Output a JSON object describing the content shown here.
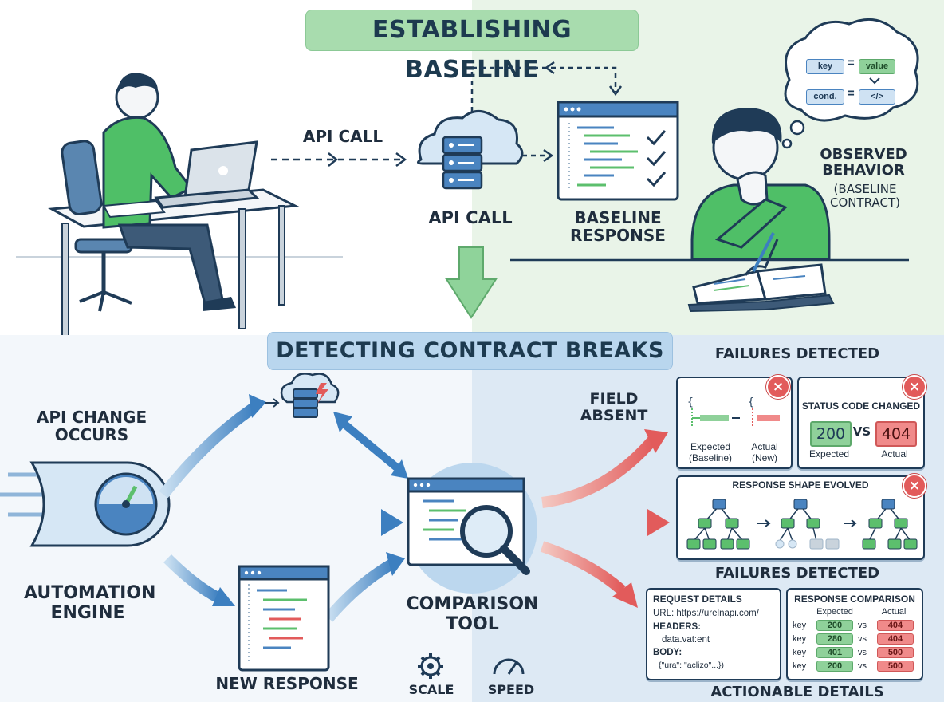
{
  "top": {
    "banner": "ESTABLISHING BASELINE",
    "api_call_arrow_label": "API CALL",
    "api_call_label": "API CALL",
    "baseline_response_label": "BASELINE RESPONSE",
    "observed_label": "OBSERVED BEHAVIOR",
    "observed_sub": "(BASELINE CONTRACT)",
    "thought": {
      "key": "key",
      "eq1": "=",
      "value": "value",
      "cond": "cond.",
      "eq2": "=",
      "code": "</>"
    }
  },
  "bottom": {
    "banner": "DETECTING CONTRACT BREAKS",
    "api_change_label": "API CHANGE OCCURS",
    "automation_label": "AUTOMATION ENGINE",
    "new_response_label": "NEW RESPONSE",
    "comparison_label": "COMPARISON TOOL",
    "scale_label": "SCALE",
    "speed_label": "SPEED",
    "field_absent_label": "FIELD ABSENT"
  },
  "failures": {
    "title_top": "FAILURES DETECTED",
    "title_mid": "FAILURES DETECTED",
    "title_bottom": "ACTIONABLE DETAILS",
    "field_card": {
      "expected": "Expected",
      "expected_sub": "(Baseline)",
      "actual": "Actual",
      "actual_sub": "(New)"
    },
    "status_card": {
      "title": "STATUS CODE CHANGED",
      "expected_code": "200",
      "vs": "VS",
      "actual_code": "404",
      "expected": "Expected",
      "actual": "Actual"
    },
    "shape_card": {
      "title": "RESPONSE SHAPE EVOLVED"
    },
    "request_card": {
      "title": "REQUEST DETAILS",
      "url": "URL: https://urelnapi.com/",
      "headers": "HEADERS:",
      "headers_val": "data.vat:ent",
      "body": "BODY:",
      "body_val": "{\"ura\": \"aclizo\"...})"
    },
    "response_card": {
      "title": "RESPONSE COMPARISON",
      "col_expected": "Expected",
      "col_actual": "Actual",
      "rows": [
        {
          "key": "key",
          "expected": "200",
          "vs": "vs",
          "actual": "404"
        },
        {
          "key": "key",
          "expected": "280",
          "vs": "vs",
          "actual": "404"
        },
        {
          "key": "key",
          "expected": "401",
          "vs": "vs",
          "actual": "500"
        },
        {
          "key": "key",
          "expected": "200",
          "vs": "vs",
          "actual": "500"
        }
      ]
    }
  },
  "colors": {
    "green_banner": "#a8dcae",
    "blue_banner": "#b9d6ee",
    "shirt_green": "#4fbf67",
    "accent_blue": "#3c7fc0",
    "fail_red": "#e25b5b"
  }
}
